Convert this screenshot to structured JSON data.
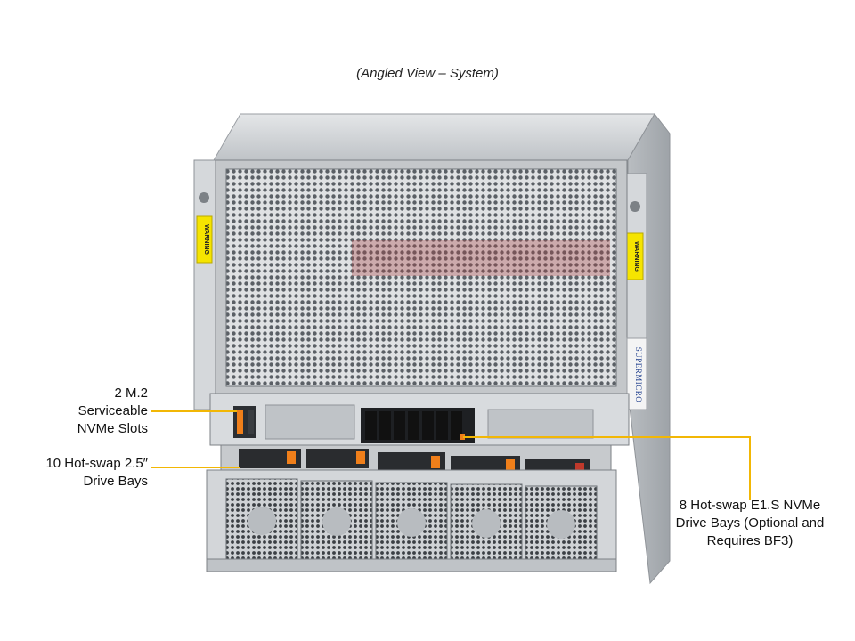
{
  "caption": "(Angled View – System)",
  "callouts": {
    "m2": {
      "lines": [
        "2 M.2",
        "Serviceable",
        "NVMe Slots"
      ]
    },
    "drive_bays": {
      "lines": [
        "10 Hot-swap 2.5″",
        "Drive Bays"
      ]
    },
    "e1s": {
      "lines": [
        "8 Hot-swap E1.S NVMe",
        "Drive Bays (Optional and",
        "Requires BF3)"
      ]
    }
  },
  "brand_side_text": "SUPERMICRO",
  "warning_label": "WARNING",
  "colors": {
    "callout": "#f2b705",
    "chassis": "#c9ccd0",
    "mesh": "#8a8f95",
    "drive_handle": "#f07f1a",
    "drive_red": "#c0392b",
    "warning": "#f5e400"
  }
}
